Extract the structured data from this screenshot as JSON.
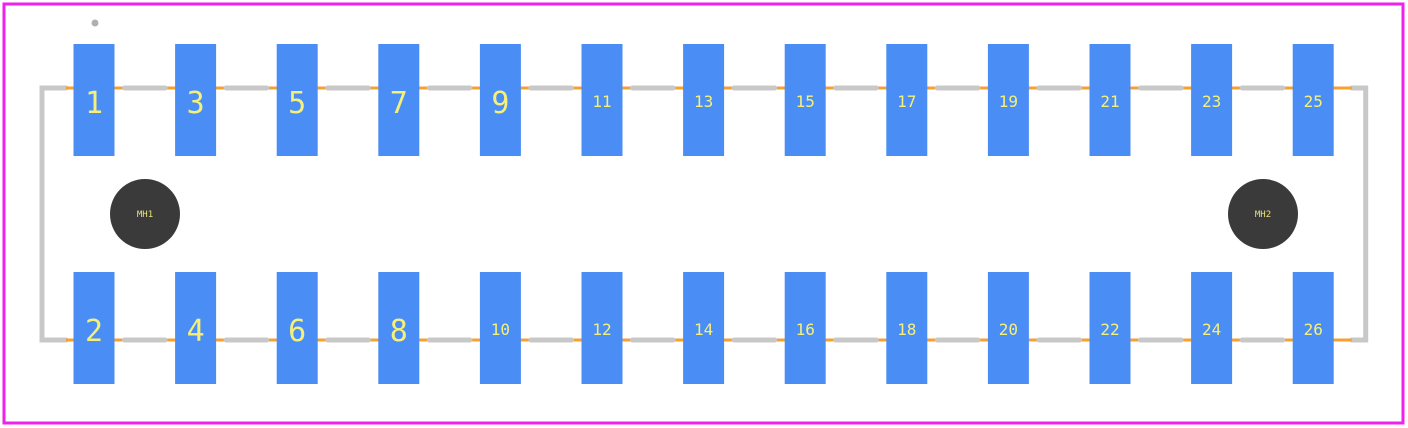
{
  "colors": {
    "background": "#ffffff",
    "board_outline": "#ee22ee",
    "pad": "#4a8ef5",
    "silkscreen": "#c8c8c8",
    "copper_trace": "#f5a030",
    "pad_label": "#f5f07a",
    "mounting_hole": "#3a3a3a",
    "mounting_hole_label": "#e8e07a",
    "origin_marker": "#b0b0b0"
  },
  "top_row_pads": [
    "1",
    "3",
    "5",
    "7",
    "9",
    "11",
    "13",
    "15",
    "17",
    "19",
    "21",
    "23",
    "25"
  ],
  "bottom_row_pads": [
    "2",
    "4",
    "6",
    "8",
    "10",
    "12",
    "14",
    "16",
    "18",
    "20",
    "22",
    "24",
    "26"
  ],
  "mounting_holes": [
    "MH1",
    "MH2"
  ]
}
